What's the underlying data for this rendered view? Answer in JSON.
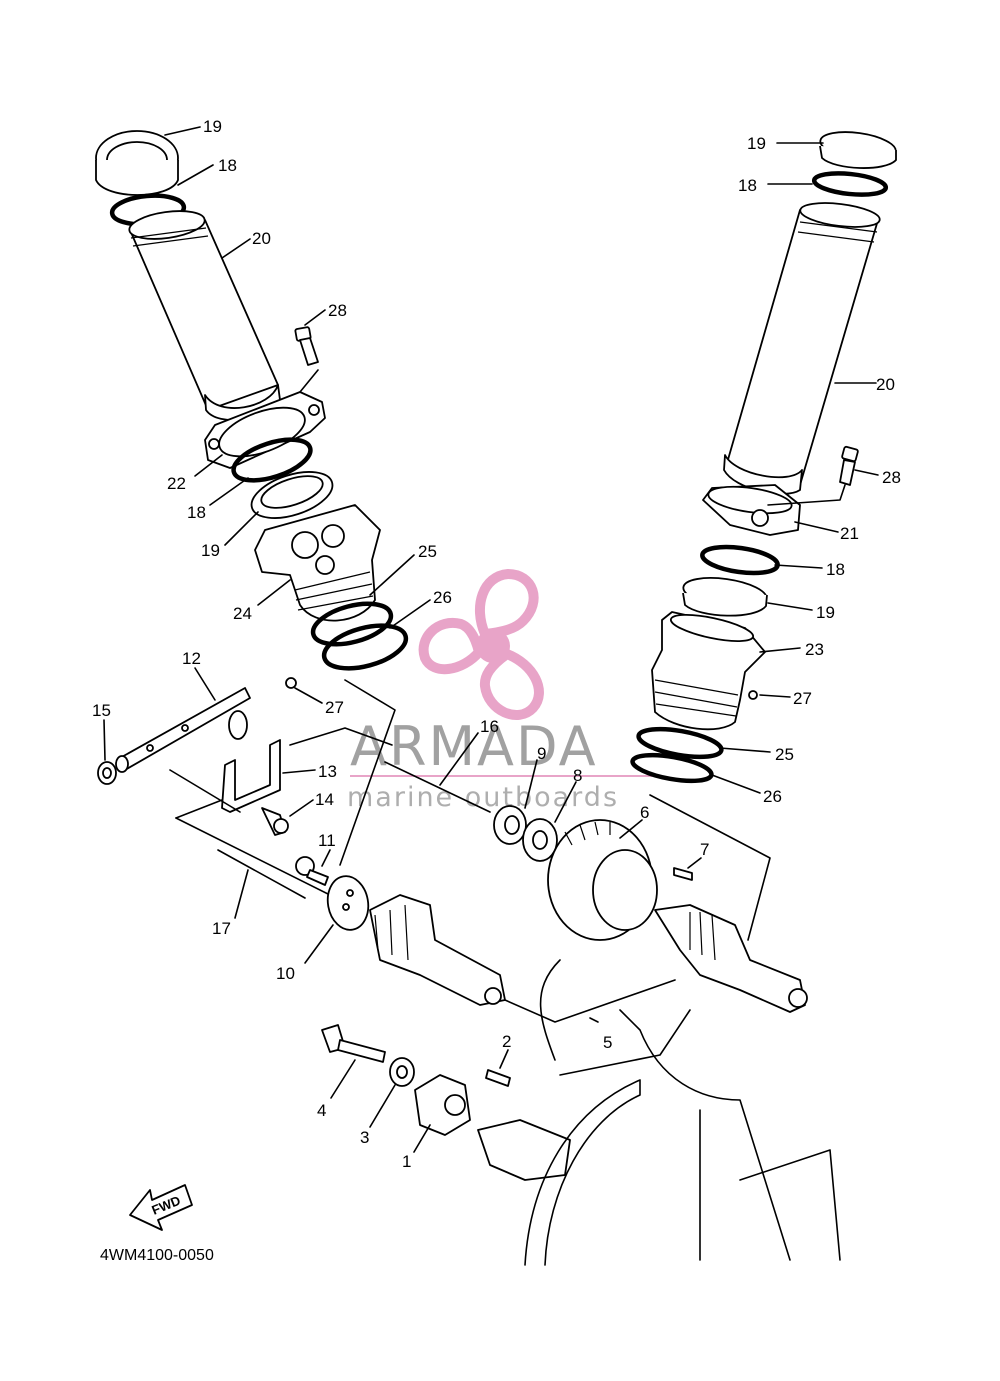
{
  "diagram_code": "4WM4100-0050",
  "watermark": {
    "brand": "ARMADA",
    "tagline": "marine outboards",
    "accent_color": "#e8a4c8",
    "text_color": "#8a8a8a"
  },
  "fwd_label": "FWD",
  "callouts": {
    "c1": "1",
    "c2": "2",
    "c3": "3",
    "c4": "4",
    "c5": "5",
    "c6": "6",
    "c7": "7",
    "c8": "8",
    "c9": "9",
    "c10": "10",
    "c11": "11",
    "c12": "12",
    "c13": "13",
    "c14": "14",
    "c15": "15",
    "c16": "16",
    "c17": "17",
    "c18a": "18",
    "c18b": "18",
    "c18c": "18",
    "c18d": "18",
    "c19a": "19",
    "c19b": "19",
    "c19c": "19",
    "c19d": "19",
    "c20a": "20",
    "c20b": "20",
    "c21": "21",
    "c22": "22",
    "c23": "23",
    "c24": "24",
    "c25a": "25",
    "c25b": "25",
    "c26a": "26",
    "c26b": "26",
    "c27a": "27",
    "c27b": "27",
    "c28a": "28",
    "c28b": "28"
  }
}
